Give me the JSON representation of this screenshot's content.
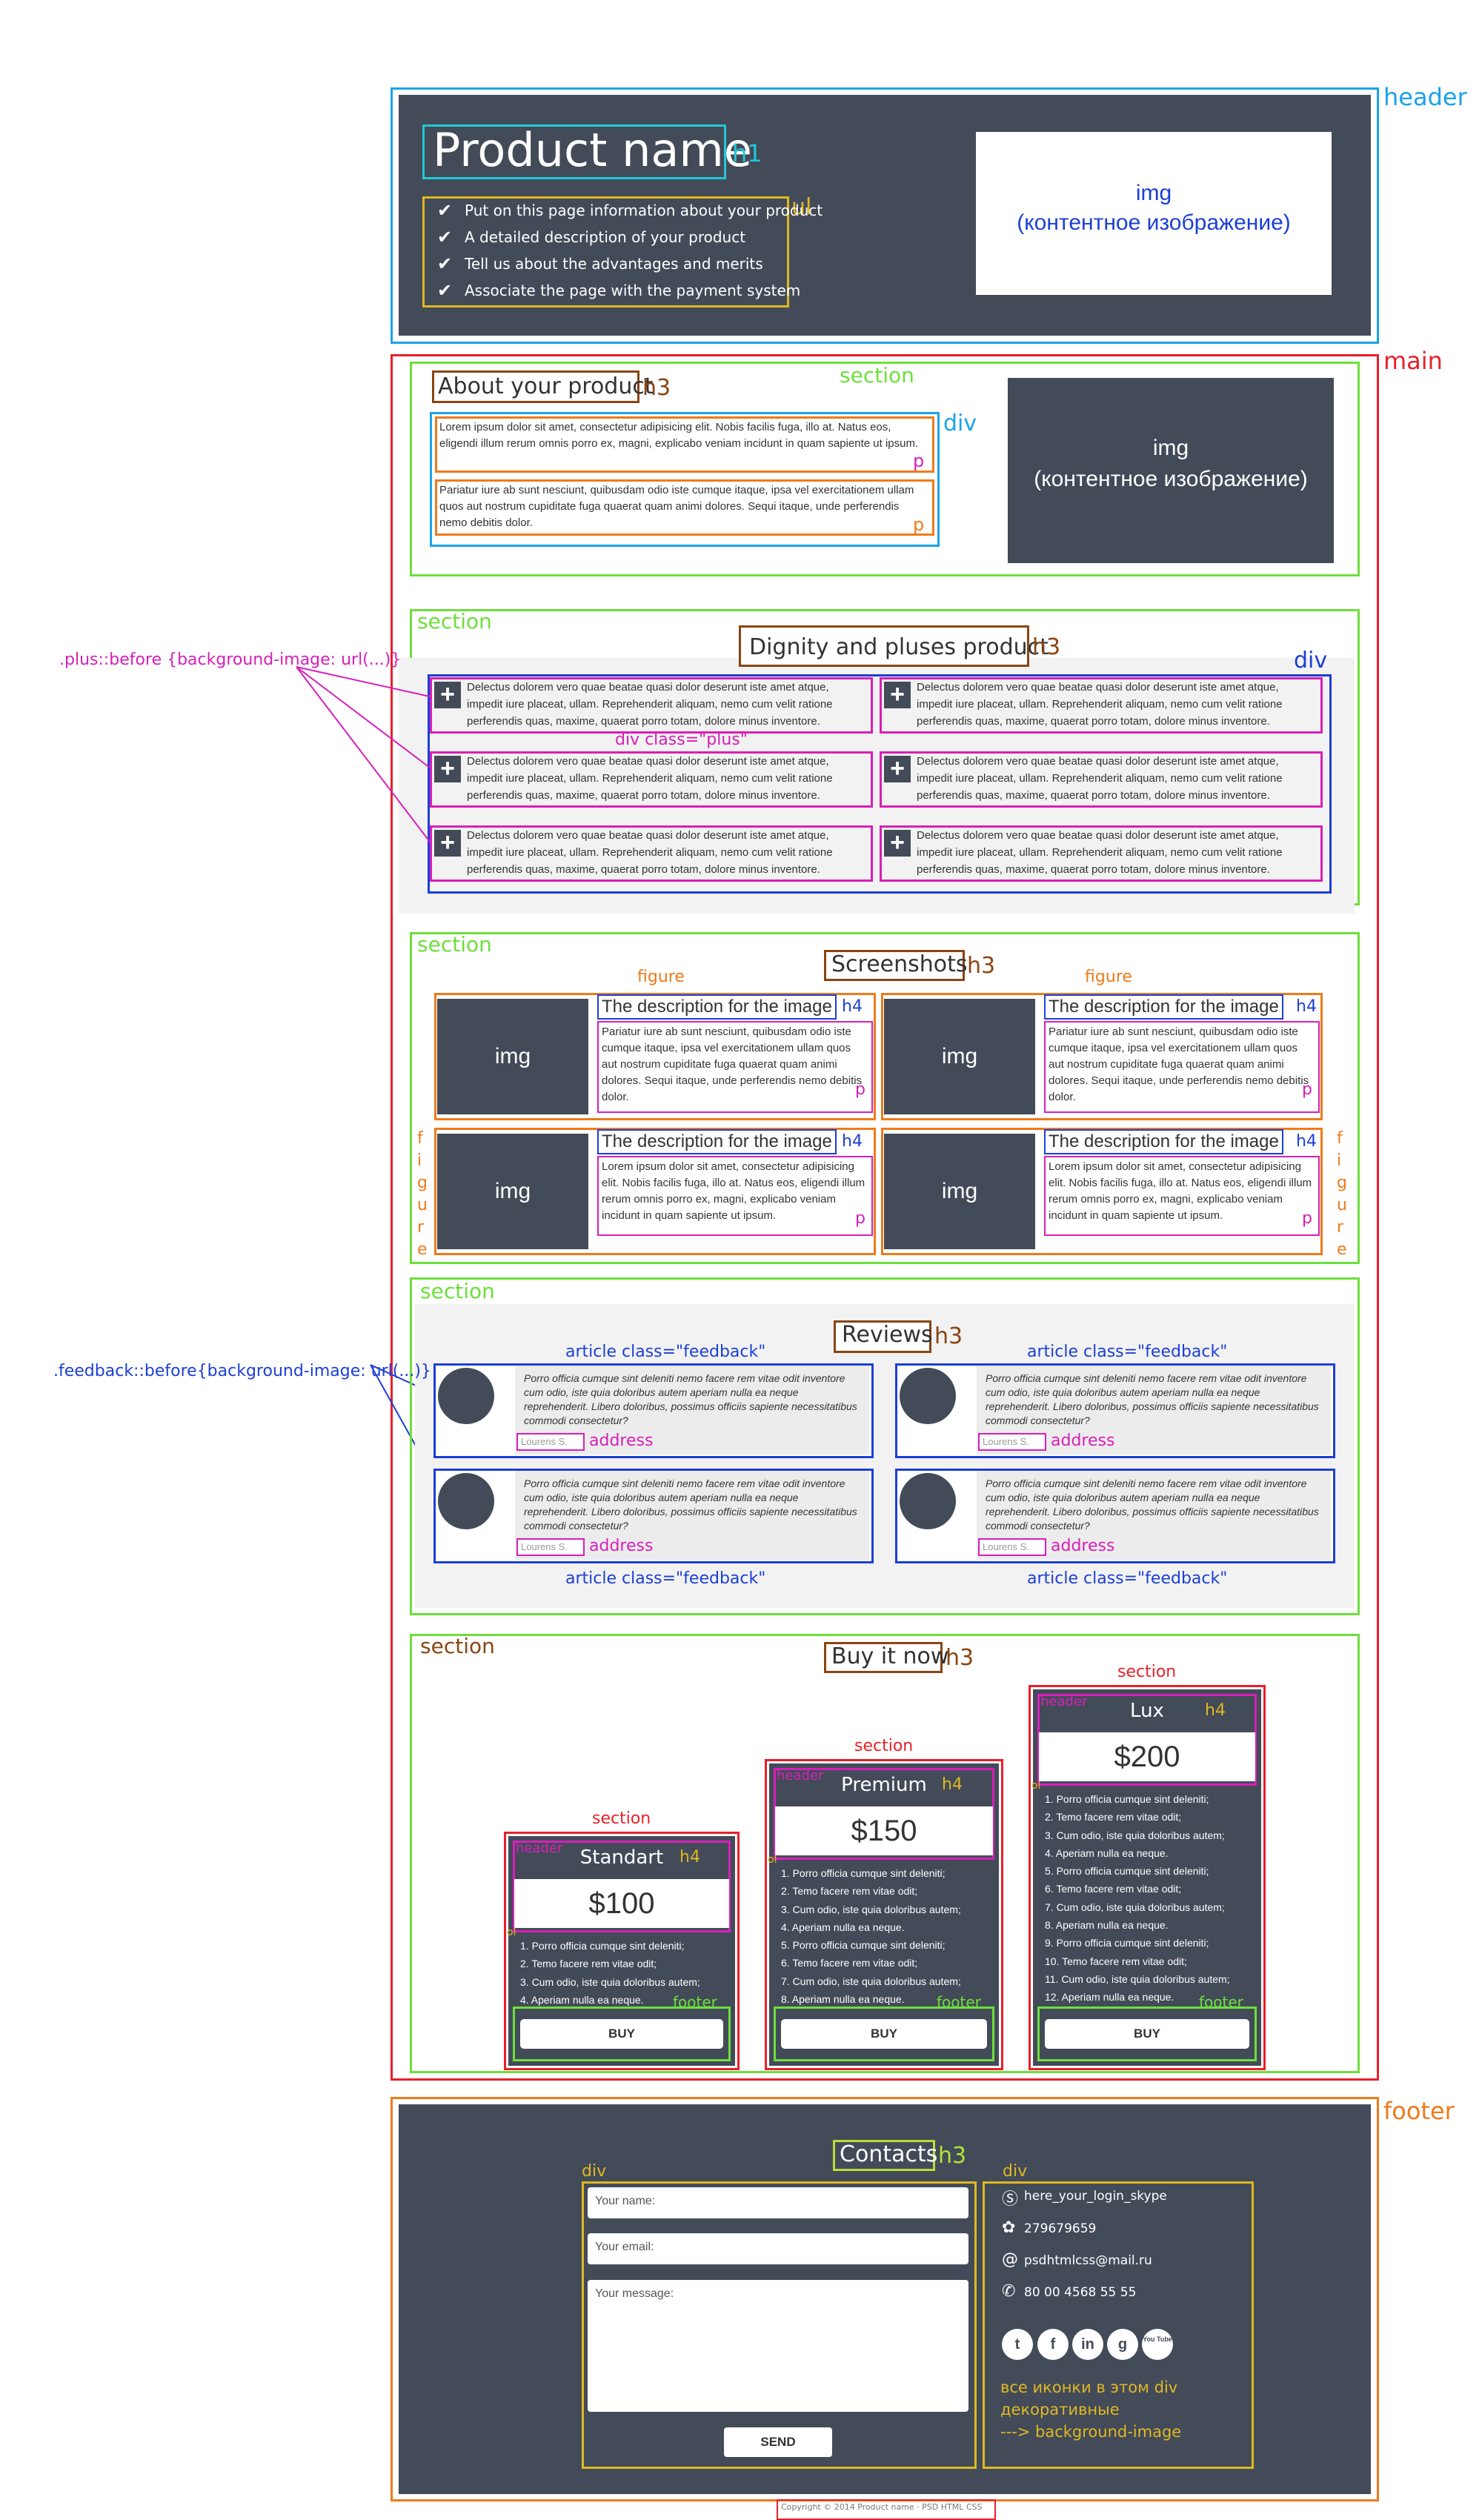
{
  "labels": {
    "header": "header",
    "main": "main",
    "footer": "footer",
    "section": "section",
    "h1": "h1",
    "h3": "h3",
    "h4": "h4",
    "ul": "ul",
    "ol": "ol",
    "div": "div",
    "p": "p",
    "figure": "figure",
    "figure_vertical": [
      "f",
      "i",
      "g",
      "u",
      "r",
      "e"
    ],
    "address": "address",
    "div_plus": "div class=\"plus\"",
    "article_feedback": "article class=\"feedback\"",
    "plus_before": ".plus::before {background-image: url(...)}",
    "feedback_before": ".feedback::before{background-image: url(...)}"
  },
  "hero": {
    "title": "Product name",
    "img_label": "img",
    "img_caption": "(контентное изображение)",
    "items": [
      "Put on this page information about your product",
      "A detailed description of your product",
      "Tell us about the advantages and merits",
      "Associate the page with the payment system"
    ]
  },
  "about": {
    "title": "About your product",
    "p1": "Lorem ipsum dolor sit amet, consectetur adipisicing elit. Nobis facilis fuga, illo at. Natus eos, eligendi illum rerum omnis porro ex, magni, explicabo veniam incidunt in quam sapiente ut ipsum.",
    "p2": "Pariatur iure ab sunt nesciunt, quibusdam odio iste cumque itaque, ipsa vel exercitationem ullam quos aut nostrum cupiditate fuga quaerat quam animi dolores. Sequi itaque, unde perferendis nemo debitis dolor.",
    "img_label": "img",
    "img_caption": "(контентное изображение)"
  },
  "dignity": {
    "title": "Dignity and pluses product",
    "plus_text": "Delectus dolorem vero quae beatae quasi dolor deserunt iste amet atque, impedit iure placeat, ullam. Reprehenderit aliquam, nemo cum velit ratione perferendis quas, maxime, quaerat porro totam, dolore minus inventore."
  },
  "screenshots": {
    "title": "Screenshots",
    "img_label": "img",
    "figures": [
      {
        "h4": "The description for the image",
        "p": "Pariatur iure ab sunt nesciunt, quibusdam odio iste cumque itaque, ipsa vel exercitationem ullam quos aut nostrum cupiditate fuga quaerat quam animi dolores. Sequi itaque, unde perferendis nemo debitis dolor."
      },
      {
        "h4": "The description for the image",
        "p": "Pariatur iure ab sunt nesciunt, quibusdam odio iste cumque itaque, ipsa vel exercitationem ullam quos aut nostrum cupiditate fuga quaerat quam animi dolores. Sequi itaque, unde perferendis nemo debitis dolor."
      },
      {
        "h4": "The description for the image",
        "p": "Lorem ipsum dolor sit amet, consectetur adipisicing elit. Nobis facilis fuga, illo at. Natus eos, eligendi illum rerum omnis porro ex, magni, explicabo veniam incidunt in quam sapiente ut ipsum."
      },
      {
        "h4": "The description for the image",
        "p": "Lorem ipsum dolor sit amet, consectetur adipisicing elit. Nobis facilis fuga, illo at. Natus eos, eligendi illum rerum omnis porro ex, magni, explicabo veniam incidunt in quam sapiente ut ipsum."
      }
    ]
  },
  "reviews": {
    "title": "Reviews",
    "quote": "Porro officia cumque sint deleniti nemo facere rem vitae odit inventore cum odio, iste quia doloribus autem aperiam nulla ea neque reprehenderit. Libero doloribus, possimus officiis sapiente necessitatibus commodi consectetur?",
    "author": "Lourens S."
  },
  "buy": {
    "title": "Buy it now",
    "plans": [
      {
        "name": "Standart",
        "price": "$100",
        "items": [
          "1. Porro officia cumque sint deleniti;",
          "2. Temo facere rem vitae odit;",
          "3. Cum odio, iste quia doloribus autem;",
          "4. Aperiam nulla ea neque."
        ],
        "button": "BUY"
      },
      {
        "name": "Premium",
        "price": "$150",
        "items": [
          "1. Porro officia cumque sint deleniti;",
          "2. Temo facere rem vitae odit;",
          "3. Cum odio, iste quia doloribus autem;",
          "4. Aperiam nulla ea neque.",
          "5. Porro officia cumque sint deleniti;",
          "6. Temo facere rem vitae odit;",
          "7. Cum odio, iste quia doloribus autem;",
          "8. Aperiam nulla ea neque."
        ],
        "button": "BUY"
      },
      {
        "name": "Lux",
        "price": "$200",
        "items": [
          "1. Porro officia cumque sint deleniti;",
          "2. Temo facere rem vitae odit;",
          "3. Cum odio, iste quia doloribus autem;",
          "4. Aperiam nulla ea neque.",
          "5. Porro officia cumque sint deleniti;",
          "6. Temo facere rem vitae odit;",
          "7. Cum odio, iste quia doloribus autem;",
          "8. Aperiam nulla ea neque.",
          "9. Porro officia cumque sint deleniti;",
          "10. Temo facere rem vitae odit;",
          "11. Cum odio, iste quia doloribus autem;",
          "12. Aperiam nulla ea neque."
        ],
        "button": "BUY"
      }
    ]
  },
  "contacts": {
    "title": "Contacts",
    "name_placeholder": "Your name:",
    "email_placeholder": "Your email:",
    "message_placeholder": "Your message:",
    "send": "SEND",
    "skype": "here_your_login_skype",
    "icq": "279679659",
    "email": "psdhtmlcss@mail.ru",
    "phone": "80 00 4568 55 55",
    "social": [
      "t",
      "f",
      "in",
      "g",
      "You Tube"
    ],
    "note": [
      "все иконки в этом div",
      "декоративные",
      "---> background-image"
    ]
  },
  "copyright": "Copyright © 2014 Product name · PSD HTML CSS"
}
